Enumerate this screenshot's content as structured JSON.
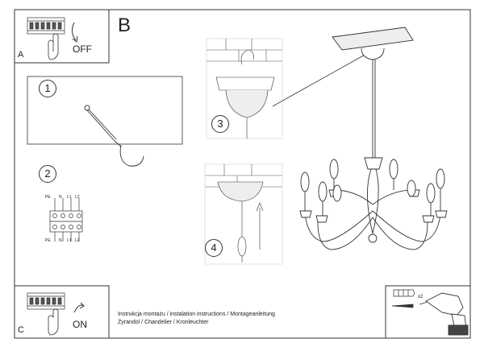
{
  "panels": {
    "a": {
      "letter": "A",
      "state": "OFF"
    },
    "b": {
      "letter": "B"
    },
    "c": {
      "letter": "C",
      "state": "ON"
    }
  },
  "steps": [
    "1",
    "2",
    "3",
    "4"
  ],
  "terminal_labels": [
    "PE",
    "N",
    "L1",
    "L2"
  ],
  "caption": {
    "line1": "Instrukcja montażu / instalation instructions / Montageanleitung",
    "line2": "Żyrandol / Chandelier / Kronleuchter"
  },
  "tools": {
    "quantity": "x2"
  }
}
